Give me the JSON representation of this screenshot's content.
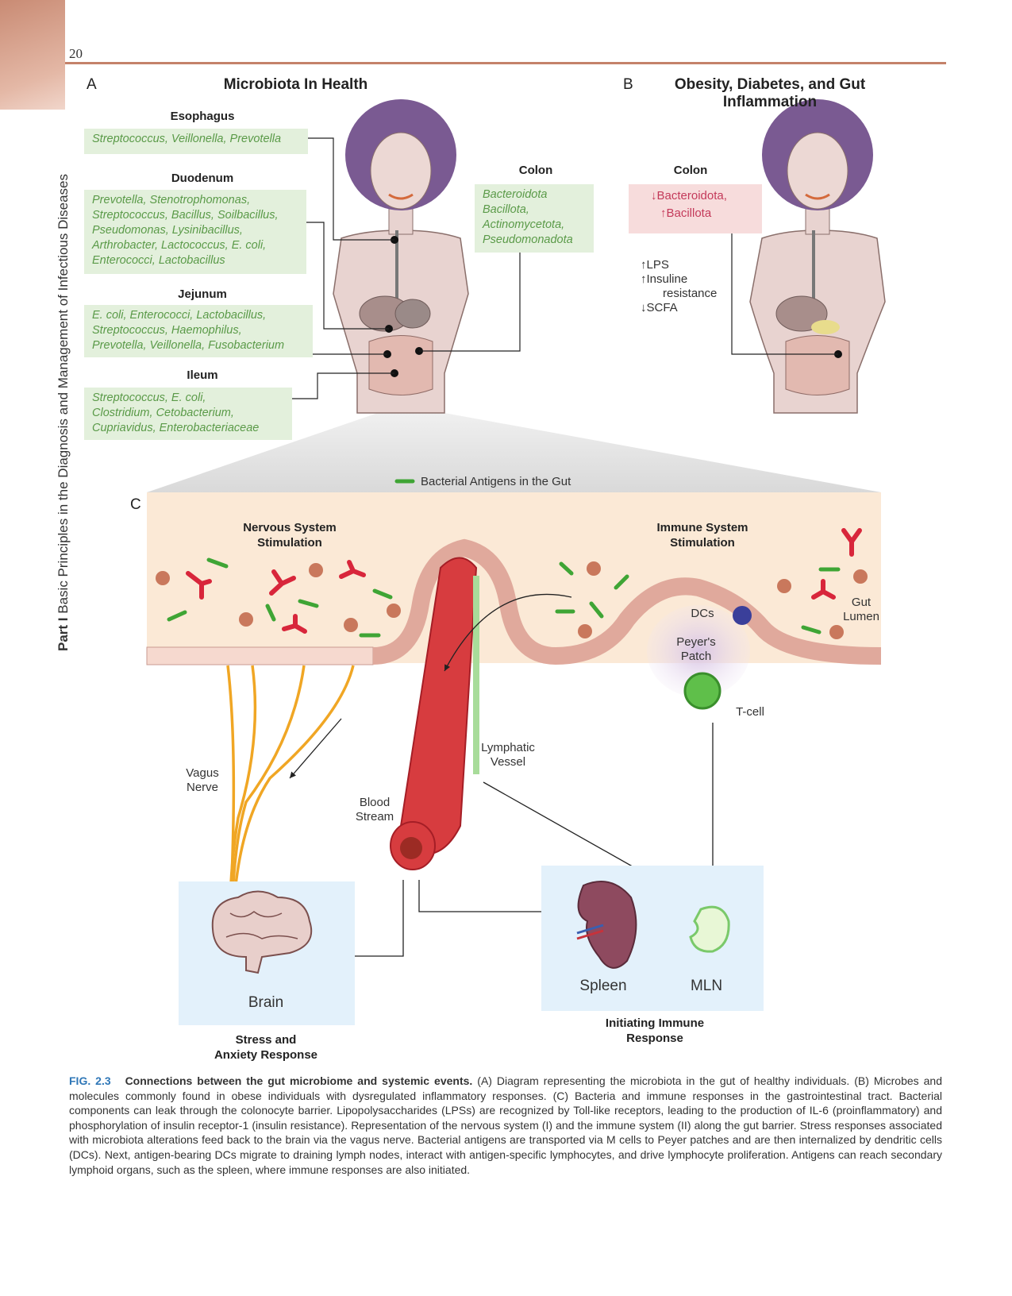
{
  "page_number": "20",
  "sidebar": {
    "part": "Part I",
    "title": "Basic Principles in the Diagnosis and Management of Infectious Diseases"
  },
  "panel_a": {
    "letter": "A",
    "title": "Microbiota In Health",
    "esophagus": {
      "label": "Esophagus",
      "lines": [
        "Streptococcus, Veillonella, Prevotella"
      ]
    },
    "duodenum": {
      "label": "Duodenum",
      "lines": [
        "Prevotella, Stenotrophomonas,",
        "Streptococcus, Bacillus, Soilbacillus,",
        "Pseudomonas, Lysinibacillus,",
        "Arthrobacter, Lactococcus, E. coli,",
        "Enterococci, Lactobacillus"
      ]
    },
    "jejunum": {
      "label": "Jejunum",
      "lines": [
        "E. coli, Enterococci, Lactobacillus,",
        "Streptococcus, Haemophilus,",
        "Prevotella, Veillonella, Fusobacterium"
      ]
    },
    "ileum": {
      "label": "Ileum",
      "lines": [
        "Streptococcus, E. coli,",
        "Clostridium, Cetobacterium,",
        "Cupriavidus, Enterobacteriaceae"
      ]
    },
    "colon": {
      "label": "Colon",
      "lines": [
        "Bacteroidota",
        "Bacillota,",
        "Actinomycetota,",
        "Pseudomonadota"
      ]
    }
  },
  "panel_b": {
    "letter": "B",
    "title_line1": "Obesity, Diabetes, and Gut",
    "title_line2": "Inflammation",
    "colon": {
      "label": "Colon",
      "line1": "↓Bacteroidota,",
      "line2": "↑Bacillota"
    },
    "effects": [
      "↑LPS",
      "↑Insuline",
      "resistance",
      "↓SCFA"
    ]
  },
  "panel_c": {
    "letter": "C",
    "legend": "Bacterial Antigens in the Gut",
    "nervous_line1": "Nervous System",
    "nervous_line2": "Stimulation",
    "immune_line1": "Immune System",
    "immune_line2": "Stimulation",
    "gut_lumen_1": "Gut",
    "gut_lumen_2": "Lumen",
    "dcs": "DCs",
    "peyers_1": "Peyer's",
    "peyers_2": "Patch",
    "tcell": "T-cell",
    "vagus_1": "Vagus",
    "vagus_2": "Nerve",
    "lymph_1": "Lymphatic",
    "lymph_2": "Vessel",
    "blood_1": "Blood",
    "blood_2": "Stream",
    "brain": "Brain",
    "spleen": "Spleen",
    "mln": "MLN",
    "stress_1": "Stress and",
    "stress_2": "Anxiety Response",
    "immune_resp_1": "Initiating Immune",
    "immune_resp_2": "Response"
  },
  "caption": {
    "label": "FIG. 2.3",
    "title": "Connections between the gut microbiome and systemic events.",
    "text": "(A) Diagram representing the microbiota in the gut of healthy individuals. (B) Microbes and molecules commonly found in obese individuals with dysregulated inflammatory responses. (C) Bacteria and immune responses in the gastrointestinal tract. Bacterial components can leak through the colonocyte barrier. Lipopolysaccharides (LPSs) are recognized by Toll-like receptors, leading to the production of IL-6 (proinflammatory) and phosphorylation of insulin receptor-1 (insulin resistance). Representation of the nervous system (I) and the immune system (II) along the gut barrier. Stress responses associated with microbiota alterations feed back to the brain via the vagus nerve. Bacterial antigens are transported via M cells to Peyer patches and are then internalized by dendritic cells (DCs). Next, antigen-bearing DCs migrate to draining lymph nodes, interact with antigen-specific lymphocytes, and drive lymphocyte proliferation. Antigens can reach secondary lymphoid organs, such as the spleen, where immune responses are also initiated."
  },
  "colors": {
    "accent": "#c4826a",
    "microbe_green": "#5a9a48",
    "highlight_pink": "#c43a5a",
    "caption_blue": "#2f77b7"
  }
}
